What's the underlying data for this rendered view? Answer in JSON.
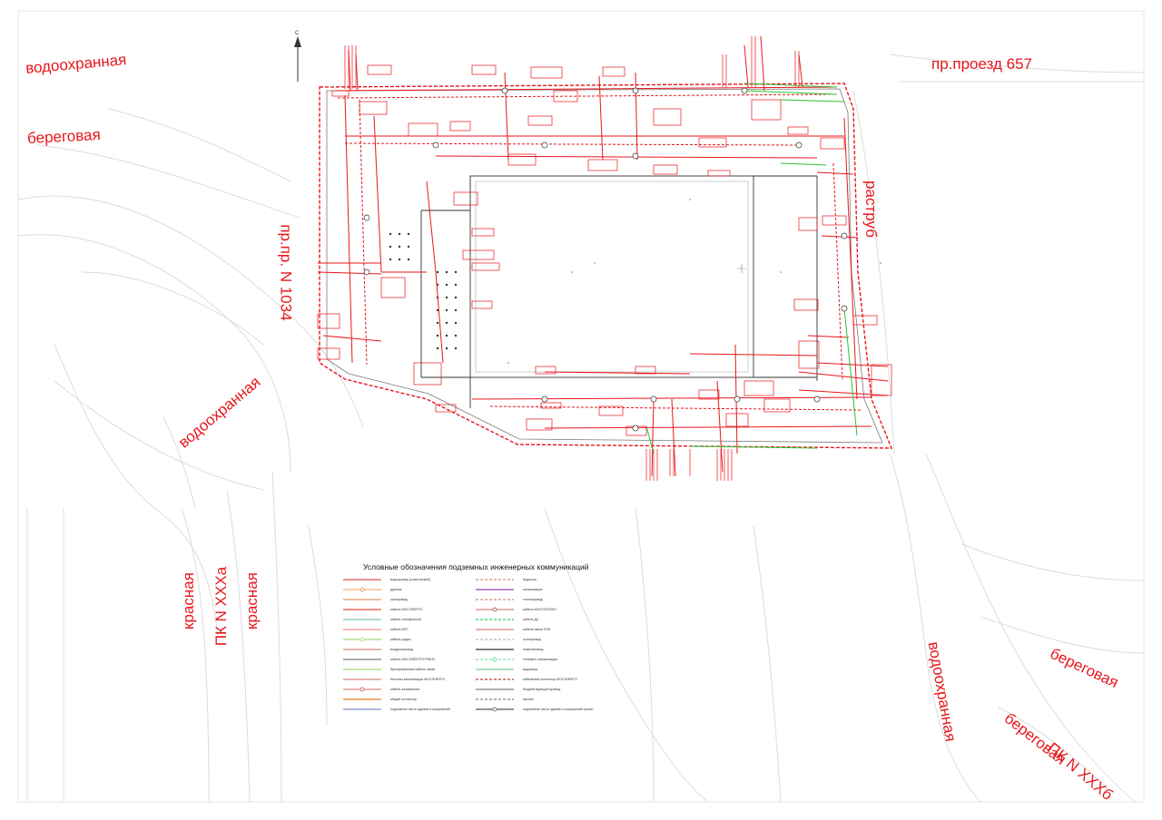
{
  "zone_labels": [
    {
      "id": "vodookhrannaya-1",
      "text": "водоохранная",
      "color": "#e8161b"
    },
    {
      "id": "beregovaya-1",
      "text": "береговая",
      "color": "#e8161b"
    },
    {
      "id": "pr-proezd-657",
      "text": "пр.проезд 657",
      "color": "#e8161b"
    },
    {
      "id": "rastrub",
      "text": "раструб",
      "color": "#e8161b"
    },
    {
      "id": "pr-pr-1034",
      "text": "пр.пр. N 1034",
      "color": "#e8161b"
    },
    {
      "id": "vodookhrannaya-2",
      "text": "водоохранная",
      "color": "#e8161b"
    },
    {
      "id": "krasnaya-1",
      "text": "красная",
      "color": "#e8161b"
    },
    {
      "id": "pk-xxxa",
      "text": "ПК N XXXа",
      "color": "#e8161b"
    },
    {
      "id": "krasnaya-2",
      "text": "красная",
      "color": "#e8161b"
    },
    {
      "id": "vodookhrannaya-3",
      "text": "водоохранная",
      "color": "#e8161b"
    },
    {
      "id": "beregovaya-2",
      "text": "береговая",
      "color": "#e8161b"
    },
    {
      "id": "beregovaya-3",
      "text": "береговая",
      "color": "#e8161b"
    },
    {
      "id": "pk-xxxb",
      "text": "ПК N XXXб",
      "color": "#e8161b"
    }
  ],
  "legend": {
    "title": "Условные обозначения подземных инженерных коммуникаций",
    "items": [
      {
        "text": "водопровод (хозпитьевой)",
        "color": "#d9534f"
      },
      {
        "text": "водосток",
        "color": "#c0392b"
      },
      {
        "text": "дренаж",
        "color": "#e67e22"
      },
      {
        "text": "канализация",
        "color": "#8e44ad"
      },
      {
        "text": "газопровод",
        "color": "#d35400"
      },
      {
        "text": "теплопровод",
        "color": "#c0392b"
      },
      {
        "text": "кабель МОСЭНЕРГО",
        "color": "#e74c3c"
      },
      {
        "text": "кабель МОСГОРСВЕТ",
        "color": "#b03a2e"
      },
      {
        "text": "кабель телефонный",
        "color": "#27ae60"
      },
      {
        "text": "кабель ДС",
        "color": "#2ecc71"
      },
      {
        "text": "кабель МГС",
        "color": "#e74c3c"
      },
      {
        "text": "кабель связи УПБ",
        "color": "#c0392b"
      },
      {
        "text": "кабель радио",
        "color": "#a3d977"
      },
      {
        "text": "золопровод",
        "color": "#7f8c8d"
      },
      {
        "text": "воздухопровод",
        "color": "#c0392b"
      },
      {
        "text": "нефтепровод",
        "color": "#333333"
      },
      {
        "text": "кабель МОСЭЛЕКТРОТРАНС",
        "color": "#222222"
      },
      {
        "text": "телефон. канализация",
        "color": "#2ecc71"
      },
      {
        "text": "бронированный кабель связи",
        "color": "#a3d977"
      },
      {
        "text": "водосвод",
        "color": "#27ae60"
      },
      {
        "text": "блочная канализация МОСЭНЕРГО",
        "color": "#c0392b"
      },
      {
        "text": "кабельный коллектор МОСЭНЕРГО",
        "color": "#c0392b"
      },
      {
        "text": "кабель заземления",
        "color": "#c0392b"
      },
      {
        "text": "бездействующий провод",
        "color": "#333333"
      },
      {
        "text": "общий коллектор",
        "color": "#e67e22"
      },
      {
        "text": "прочие",
        "color": "#333333"
      },
      {
        "text": "подземные части зданий и сооружений",
        "color": "#2c4fa3"
      },
      {
        "text": "подземные части зданий и сооружений проект",
        "color": "#555555"
      }
    ]
  },
  "colors": {
    "network_red": "#e8161b",
    "network_green": "#2fbf2f",
    "outline_gray": "#7a7a7a",
    "faint_gray": "#d8d8d8",
    "building_black": "#333333"
  }
}
